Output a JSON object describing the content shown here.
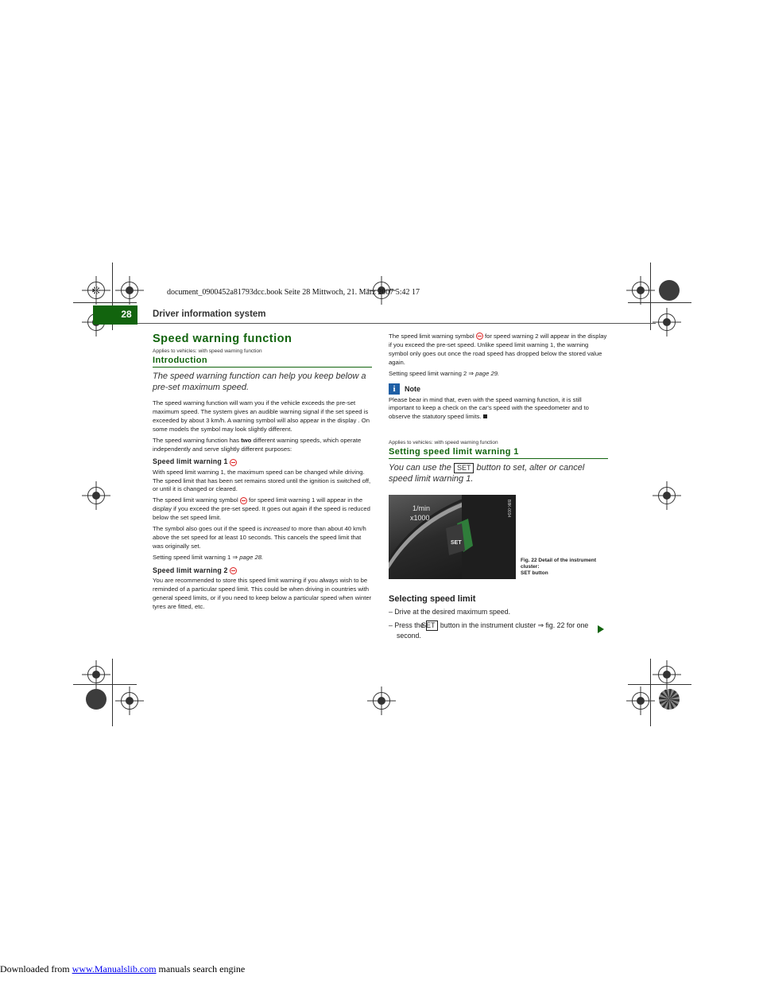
{
  "doc_line": "document_0900452a81793dcc.book  Seite 28  Mittwoch, 21. März 2007  5:42 17",
  "header": {
    "page_number": "28",
    "title": "Driver information system"
  },
  "left": {
    "heading": "Speed warning function",
    "applies": "Applies to vehicles: with speed warning function",
    "section_title": "Introduction",
    "lead": "The speed warning function can help you keep below a pre-set maximum speed.",
    "p1": "The speed warning function will warn you if the vehicle exceeds the pre-set maximum speed. The system gives an audible warning signal if the set speed is exceeded by about 3 km/h. A warning symbol will also appear in the display . On some models the symbol may look slightly different.",
    "p2_a": "The speed warning function has ",
    "p2_b": "two",
    "p2_c": " different warning speeds, which operate independently and serve slightly different purposes:",
    "sub1": "Speed limit warning 1",
    "p3": "With speed limit warning 1, the maximum speed can be changed while driving. The speed limit that has been set remains stored until the ignition is switched off, or until it is changed or cleared.",
    "p4_a": "The speed limit warning symbol ",
    "p4_b": " for speed limit warning 1 will appear in the display if you exceed the pre-set speed. It goes out again if the speed is reduced below the set speed limit.",
    "p5_a": "The symbol also goes out if the speed is ",
    "p5_b": "increased",
    "p5_c": " to more than about 40 km/h above the set speed for at least 10 seconds. This cancels the speed limit that was originally set.",
    "p6_a": "Setting speed limit warning 1 ",
    "p6_arrow": "⇒",
    "p6_b": " page 28.",
    "sub2": "Speed limit warning 2",
    "p7_a": "You are recommended to store this speed limit warning if you ",
    "p7_b": "always",
    "p7_c": " wish to be reminded of a particular speed limit. This could be when driving in countries with general speed limits, or if you need to keep below a particular speed when winter tyres are fitted, etc."
  },
  "right": {
    "p1_a": "The speed limit warning symbol ",
    "p1_b": " for speed warning 2 will appear in the display if you exceed the pre-set speed. Unlike speed limit warning 1, the warning symbol only goes out once the road speed has dropped below the stored value again.",
    "p2_a": "Setting speed limit warning 2 ",
    "p2_arrow": "⇒",
    "p2_b": " page 29.",
    "note_label": "Note",
    "note_text": "Please bear in mind that, even with the speed warning function, it is still important to keep a check on the car's speed with the speedometer and to observe the statutory speed limits.",
    "applies": "Applies to vehicles: with speed warning function",
    "section_title": "Setting speed limit warning 1",
    "lead_a": "You can use the ",
    "set_key": "SET",
    "lead_b": " button to set, alter or cancel speed limit warning 1.",
    "fig_caption_a": "Fig. 22  Detail of the instrument cluster:",
    "fig_caption_b": "SET button",
    "fig_label_1": "1/min",
    "fig_label_2": "x1000",
    "fig_button": "SET",
    "fig_code": "B8K-0034",
    "h_selecting": "Selecting speed limit",
    "step1": "– Drive at the desired maximum speed.",
    "step2_a": "– Press the ",
    "step2_b": " button in the instrument cluster ",
    "step2_arrow": "⇒",
    "step2_c": " fig. 22 for one second."
  },
  "footer": {
    "downloaded": "Downloaded from ",
    "site": "www.Manualslib.com",
    "tail": " manuals search engine"
  },
  "colors": {
    "accent_green": "#12640e",
    "note_blue": "#1f5fa5",
    "warning_red": "#d22222"
  }
}
